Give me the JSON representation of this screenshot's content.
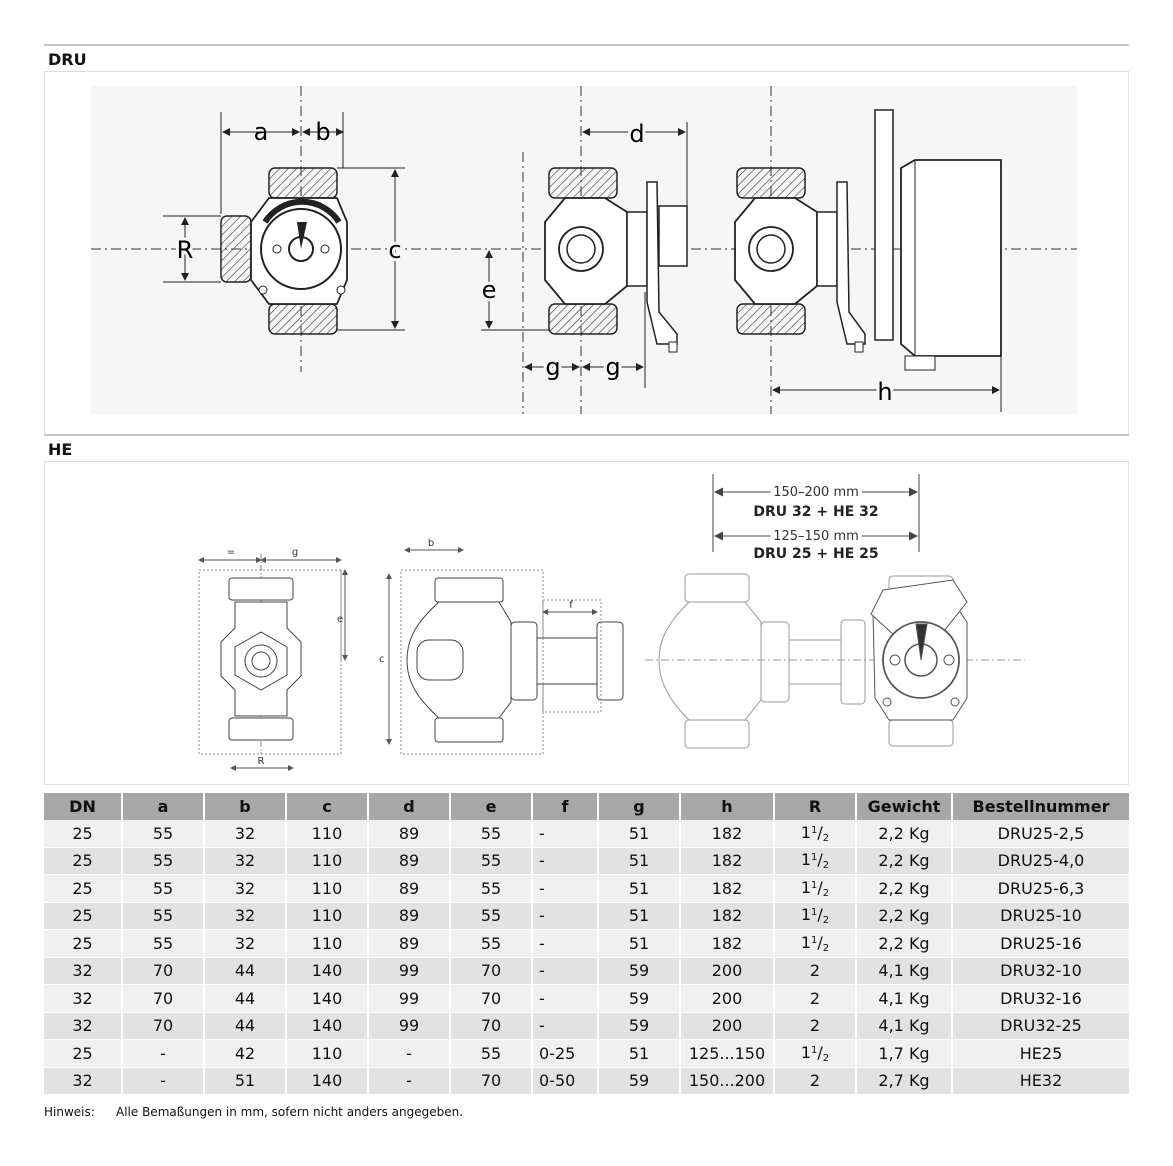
{
  "sections": {
    "dru_title": "DRU",
    "he_title": "HE"
  },
  "dru_drawing_labels": {
    "a": "a",
    "b": "b",
    "c": "c",
    "d": "d",
    "e": "e",
    "g1": "g",
    "g2": "g",
    "h": "h",
    "R": "R"
  },
  "he_drawing_labels": {
    "eq": "=",
    "g": "g",
    "e": "e",
    "R": "R",
    "b": "b",
    "c": "c",
    "f": "f",
    "dim1_range": "150–200 mm",
    "dim1_combo": "DRU 32 + HE 32",
    "dim2_range": "125–150 mm",
    "dim2_combo": "DRU 25 + HE 25"
  },
  "table": {
    "headers": [
      "DN",
      "a",
      "b",
      "c",
      "d",
      "e",
      "f",
      "g",
      "h",
      "R",
      "Gewicht",
      "Bestellnummer"
    ],
    "rows": [
      [
        "25",
        "55",
        "32",
        "110",
        "89",
        "55",
        "-",
        "51",
        "182",
        "1 1/2",
        "2,2 Kg",
        "DRU25-2,5"
      ],
      [
        "25",
        "55",
        "32",
        "110",
        "89",
        "55",
        "-",
        "51",
        "182",
        "1 1/2",
        "2,2 Kg",
        "DRU25-4,0"
      ],
      [
        "25",
        "55",
        "32",
        "110",
        "89",
        "55",
        "-",
        "51",
        "182",
        "1 1/2",
        "2,2 Kg",
        "DRU25-6,3"
      ],
      [
        "25",
        "55",
        "32",
        "110",
        "89",
        "55",
        "-",
        "51",
        "182",
        "1 1/2",
        "2,2 Kg",
        "DRU25-10"
      ],
      [
        "25",
        "55",
        "32",
        "110",
        "89",
        "55",
        "-",
        "51",
        "182",
        "1 1/2",
        "2,2 Kg",
        "DRU25-16"
      ],
      [
        "32",
        "70",
        "44",
        "140",
        "99",
        "70",
        "-",
        "59",
        "200",
        "2",
        "4,1 Kg",
        "DRU32-10"
      ],
      [
        "32",
        "70",
        "44",
        "140",
        "99",
        "70",
        "-",
        "59",
        "200",
        "2",
        "4,1 Kg",
        "DRU32-16"
      ],
      [
        "32",
        "70",
        "44",
        "140",
        "99",
        "70",
        "-",
        "59",
        "200",
        "2",
        "4,1 Kg",
        "DRU32-25"
      ],
      [
        "25",
        "-",
        "42",
        "110",
        "-",
        "55",
        "0-25",
        "51",
        "125...150",
        "1 1/2",
        "1,7 Kg",
        "HE25"
      ],
      [
        "32",
        "-",
        "51",
        "140",
        "-",
        "70",
        "0-50",
        "59",
        "150...200",
        "2",
        "2,7 Kg",
        "HE32"
      ]
    ]
  },
  "note": {
    "label": "Hinweis:",
    "text": "Alle Bemaßungen in mm, sofern nicht anders angegeben."
  }
}
